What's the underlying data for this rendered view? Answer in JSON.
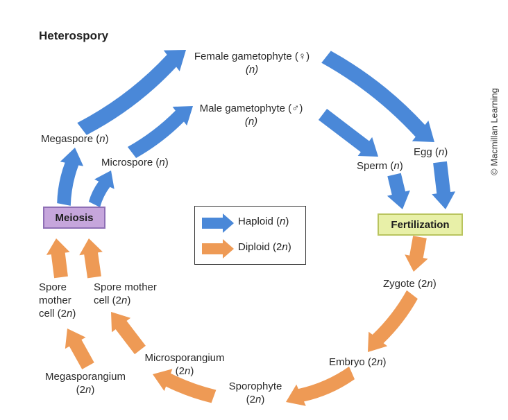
{
  "title": "Heterospory",
  "copyright": "© Macmillan Learning",
  "colors": {
    "haploid": "#4a88d8",
    "diploid": "#ee9a55"
  },
  "boxes": {
    "meiosis": "Meiosis",
    "fertilization": "Fertilization"
  },
  "legend": {
    "haploid_label": "Haploid",
    "haploid_unit": "(n)",
    "diploid_label": "Diploid",
    "diploid_unit": "(2n)"
  },
  "nodes": {
    "female_gametophyte": {
      "line1": "Female gametophyte (♀)",
      "line2": "(n)"
    },
    "male_gametophyte": {
      "line1": "Male gametophyte (♂)",
      "line2": "(n)"
    },
    "megaspore": {
      "name": "Megaspore",
      "ploidy": "(n)"
    },
    "microspore": {
      "name": "Microspore",
      "ploidy": "(n)"
    },
    "egg": {
      "name": "Egg",
      "ploidy": "(n)"
    },
    "sperm": {
      "name": "Sperm",
      "ploidy": "(n)"
    },
    "zygote": {
      "name": "Zygote",
      "ploidy": "(2n)"
    },
    "embryo": {
      "name": "Embryo",
      "ploidy": "(2n)"
    },
    "sporophyte": {
      "line1": "Sporophyte",
      "line2": "(2n)"
    },
    "microsporangium": {
      "line1": "Microsporangium",
      "line2": "(2n)"
    },
    "megasporangium": {
      "line1": "Megasporangium",
      "line2": "(2n)"
    },
    "spore_mother_cell_left": {
      "line1": "Spore",
      "line2": "mother",
      "line3": "cell (2n)"
    },
    "spore_mother_cell_right": {
      "line1": "Spore mother",
      "line2": "cell (2n)"
    }
  }
}
